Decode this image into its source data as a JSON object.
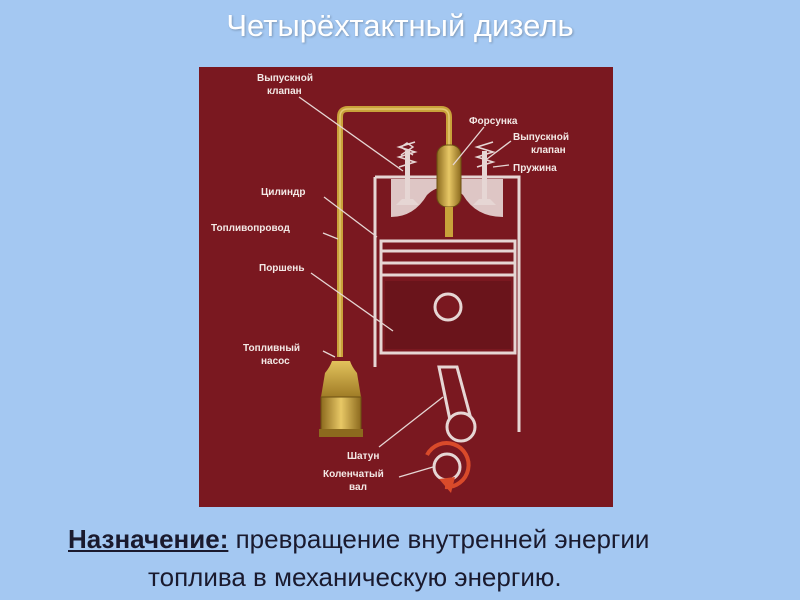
{
  "title": "Четырёхтактный дизель",
  "diagram": {
    "labels": {
      "exhaust_valve_left": [
        "Выпускной",
        "клапан"
      ],
      "injector": "Форсунка",
      "exhaust_valve_right": [
        "Выпускной",
        "клапан"
      ],
      "spring": "Пружина",
      "cylinder": "Цилиндр",
      "fuel_line": "Топливопровод",
      "piston": "Поршень",
      "fuel_pump": [
        "Топливный",
        "насос"
      ],
      "connecting_rod": "Шатун",
      "crankshaft": [
        "Коленчатый",
        "вал"
      ]
    },
    "colors": {
      "background": "#7a1820",
      "outline": "#e6d6d4",
      "fuel": "#c9a23a",
      "arrow": "#d94a2a"
    }
  },
  "footer": {
    "key": "Назначение:",
    "line1_text": " превращение внутренней энергии",
    "line2_text": "топлива в механическую энергию."
  }
}
